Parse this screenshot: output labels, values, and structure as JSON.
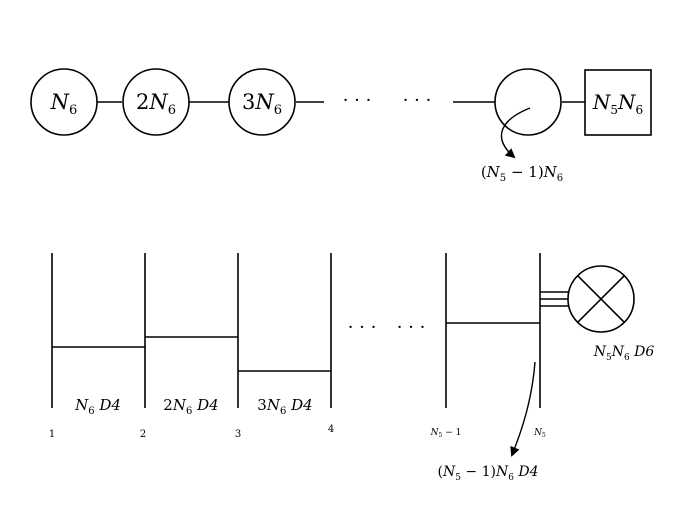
{
  "quiver": {
    "nodes": [
      {
        "base": "N",
        "sub": "6",
        "pre": ""
      },
      {
        "base": "N",
        "sub": "6",
        "pre": "2"
      },
      {
        "base": "N",
        "sub": "6",
        "pre": "3"
      }
    ],
    "dots_left": "· · ·",
    "dots_right": "· · ·",
    "flavor": {
      "a": "N",
      "a_sub": "5",
      "b": "N",
      "b_sub": "6"
    },
    "last_node_label": {
      "open": "(",
      "a": "N",
      "a_sub": "5",
      "mid": " − 1)",
      "b": "N",
      "b_sub": "6"
    }
  },
  "brane": {
    "segments": [
      {
        "pre": "",
        "base": "N",
        "sub": "6",
        "suffix": " D4"
      },
      {
        "pre": "2",
        "base": "N",
        "sub": "6",
        "suffix": " D4"
      },
      {
        "pre": "3",
        "base": "N",
        "sub": "6",
        "suffix": " D4"
      }
    ],
    "ns5_labels": [
      "1",
      "2",
      "3",
      "4"
    ],
    "ns5_label_n5m1": {
      "a": "N",
      "a_sub": "5",
      "mid": " − 1"
    },
    "ns5_label_n5": {
      "a": "N",
      "a_sub": "5"
    },
    "dots_left": "· · ·",
    "dots_right": "· · ·",
    "d6_label": {
      "a": "N",
      "a_sub": "5",
      "b": "N",
      "b_sub": "6",
      "suffix": " D6"
    },
    "last_segment_label": {
      "open": "(",
      "a": "N",
      "a_sub": "5",
      "mid": " − 1)",
      "b": "N",
      "b_sub": "6",
      "suffix": " D4"
    }
  }
}
